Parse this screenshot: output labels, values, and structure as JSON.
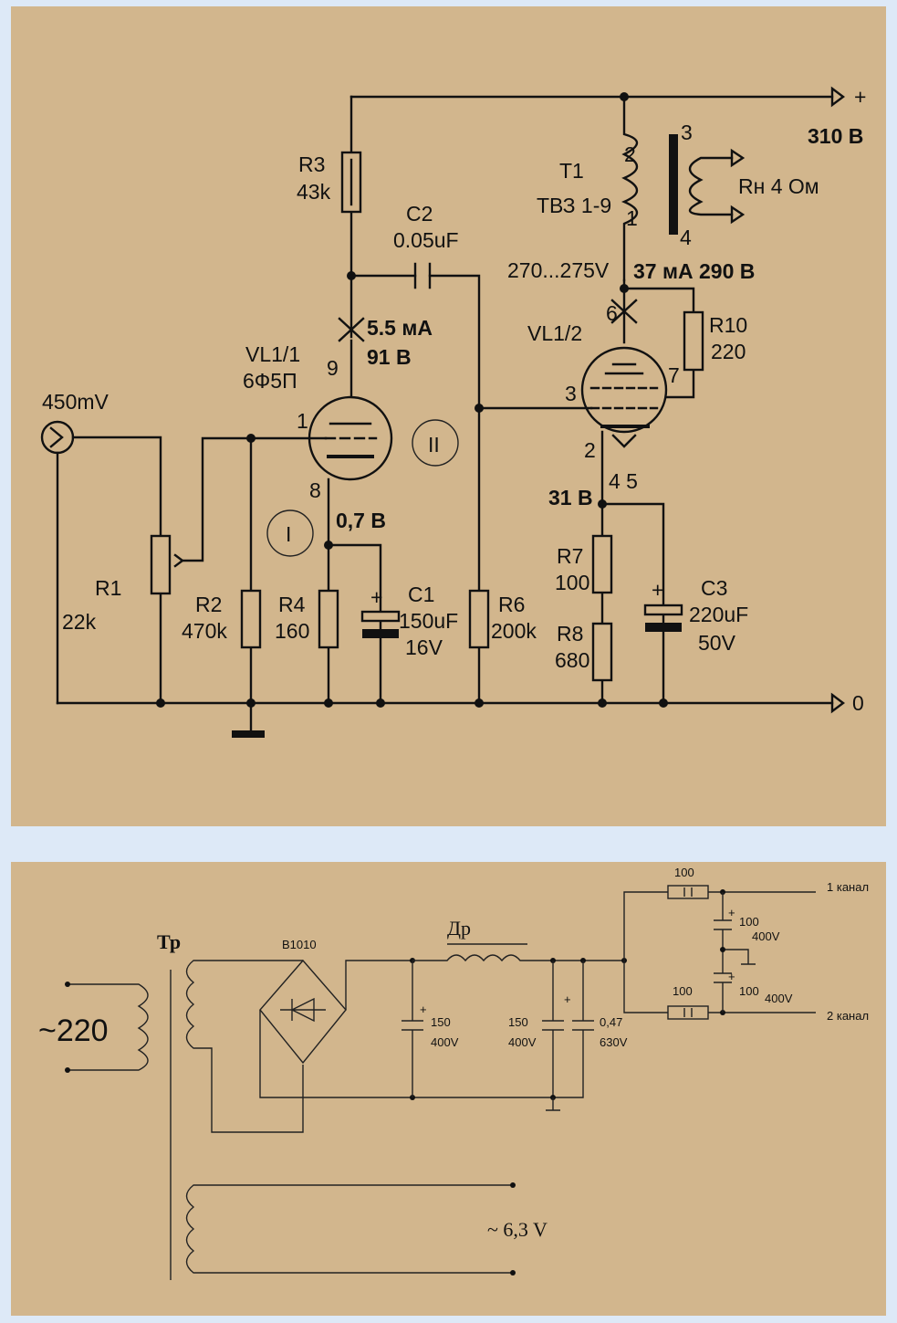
{
  "amplifier": {
    "supply_plus": "+",
    "supply_voltage": "310 В",
    "ground_label": "0",
    "r3_name": "R3",
    "r3_value": "43k",
    "c2_name": "C2",
    "c2_value": "0.05uF",
    "t1_name": "T1",
    "t1_type": "ТВЗ 1-9",
    "t1_pin2": "2",
    "t1_pin1": "1",
    "t1_pin3": "3",
    "t1_pin4": "4",
    "load": "Rн 4 Ом",
    "anode_v_range": "270...275V",
    "vl2_anode": "37 мА  290 В",
    "vl2_pin6": "6",
    "r10_name": "R10",
    "r10_value": "220",
    "vl2_name": "VL1/2",
    "vl2_pin3": "3",
    "vl2_pin7": "7",
    "vl2_pin2": "2",
    "vl2_pin45": "4 5",
    "vl1_current": "5.5 мА",
    "vl1_voltage": "91 В",
    "vl1_name": "VL1/1",
    "vl1_type": "6Ф5П",
    "vl1_pin9": "9",
    "vl1_pin1": "1",
    "vl1_pin8": "8",
    "stage1": "I",
    "stage2": "II",
    "input_level": "450mV",
    "cathode1_v": "0,7 В",
    "cathode2_v": "31 В",
    "r1_name": "R1",
    "r1_value": "22k",
    "r2_name": "R2",
    "r2_value": "470k",
    "r4_name": "R4",
    "r4_value": "160",
    "c1_name": "C1",
    "c1_value": "150uF",
    "c1_voltage": "16V",
    "r6_name": "R6",
    "r6_value": "200k",
    "r7_name": "R7",
    "r7_value": "100",
    "r8_name": "R8",
    "r8_value": "680",
    "c3_name": "C3",
    "c3_value": "220uF",
    "c3_voltage": "50V",
    "c1_plus": "+",
    "c3_plus": "+"
  },
  "power_supply": {
    "mains": "~220",
    "transformer": "Тр",
    "bridge": "B1010",
    "choke": "Др",
    "cap1_value": "150",
    "cap1_voltage": "400V",
    "cap2_value": "150",
    "cap2_voltage": "400V",
    "cap3_value": "0,47",
    "cap3_voltage": "630V",
    "r_top": "100",
    "r_bottom": "100",
    "cap_top_value": "100",
    "cap_top_voltage": "400V",
    "cap_bot_value": "100",
    "cap_bot_voltage": "400V",
    "out1": "1 канал",
    "out2": "2 канал",
    "heater": "~ 6,3 V",
    "plus": "+"
  }
}
